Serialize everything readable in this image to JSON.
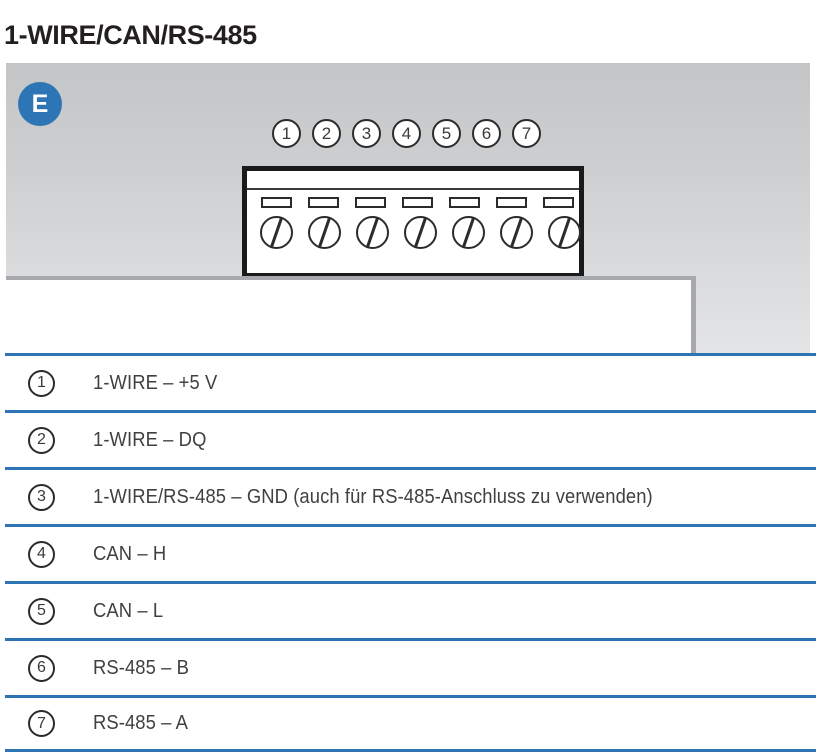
{
  "page_title": "1-WIRE/CAN/RS-485",
  "colors": {
    "accent_blue": "#2e74b5",
    "badge_blue": "#2e75b6",
    "panel_gray_top": "#c3c5c7",
    "panel_gray_bottom": "#e4e5e7",
    "text_dark": "#231f20",
    "text_body": "#404040",
    "outline": "#2b2b2b",
    "device_border_gray": "#a7a9ac"
  },
  "illustration": {
    "badge_label": "E",
    "callout_numbers": [
      "1",
      "2",
      "3",
      "4",
      "5",
      "6",
      "7"
    ],
    "terminal_slot_count": 7,
    "terminal_screw_count": 7
  },
  "pin_table": {
    "rows": [
      {
        "num": "1",
        "label": "1-WIRE – +5 V"
      },
      {
        "num": "2",
        "label": "1-WIRE – DQ"
      },
      {
        "num": "3",
        "label": "1-WIRE/RS-485 – GND  (auch für RS-485-Anschluss zu verwenden)"
      },
      {
        "num": "4",
        "label": "CAN – H"
      },
      {
        "num": "5",
        "label": "CAN – L"
      },
      {
        "num": "6",
        "label": "RS-485 – B"
      },
      {
        "num": "7",
        "label": "RS-485 – A"
      }
    ]
  }
}
